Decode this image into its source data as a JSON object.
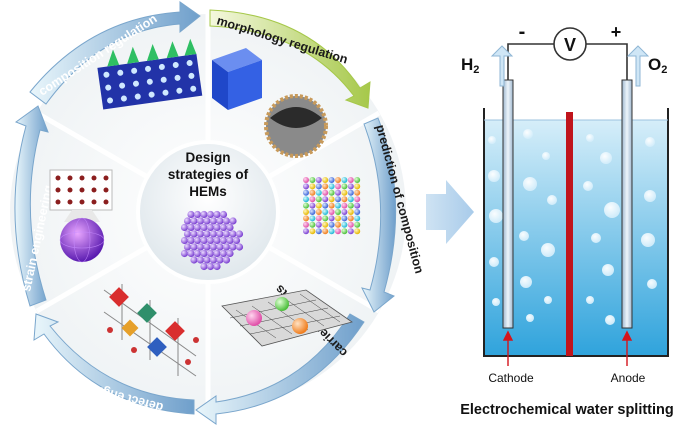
{
  "center": {
    "line1": "Design",
    "line2": "strategies of",
    "line3": "HEMs"
  },
  "strategies": [
    {
      "label": "composition regulation"
    },
    {
      "label": "morphology regulation"
    },
    {
      "label": "prediction of composition"
    },
    {
      "label": "carrier supports"
    },
    {
      "label": "defect engineering"
    },
    {
      "label": "strain engineering"
    }
  ],
  "cell": {
    "voltage": "V",
    "minus": "-",
    "plus": "+",
    "h2_main": "H",
    "h2_sub": "2",
    "o2_main": "O",
    "o2_sub": "2",
    "cathode": "Cathode",
    "anode": "Anode",
    "caption": "Electrochemical water splitting"
  },
  "colors": {
    "ring_arrow_light": "#dff3fa",
    "ring_arrow_dark": "#7aa6cc",
    "morph_arrow_light": "#f2f7d8",
    "morph_arrow_dark": "#a9c94e",
    "water_top": "#d3ecf8",
    "water_bottom": "#39a9df",
    "membrane": "#c0141c",
    "wire": "#333333"
  }
}
